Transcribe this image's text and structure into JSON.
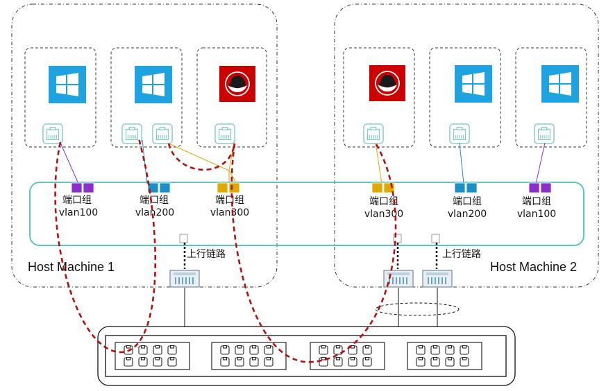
{
  "hosts": [
    {
      "label": "Host Machine 1",
      "vms": [
        {
          "os": "windows-icon"
        },
        {
          "os": "windows-icon"
        },
        {
          "os": "redhat-icon"
        }
      ],
      "port_groups": [
        {
          "title": "端口组",
          "vlan": "vlan100",
          "color": "#8b2fc9"
        },
        {
          "title": "端口组",
          "vlan": "vlan200",
          "color": "#1b8fc6"
        },
        {
          "title": "端口组",
          "vlan": "vlan300",
          "color": "#e0a800"
        }
      ],
      "uplink_label": "上行链路"
    },
    {
      "label": "Host Machine 2",
      "vms": [
        {
          "os": "redhat-icon"
        },
        {
          "os": "windows-icon"
        },
        {
          "os": "windows-icon"
        }
      ],
      "port_groups": [
        {
          "title": "端口组",
          "vlan": "vlan300",
          "color": "#e0a800"
        },
        {
          "title": "端口组",
          "vlan": "vlan200",
          "color": "#1b8fc6"
        },
        {
          "title": "端口组",
          "vlan": "vlan100",
          "color": "#8b2fc9"
        }
      ],
      "uplink_label": "上行链路"
    }
  ],
  "colors": {
    "windows": "#1fa3e0",
    "redhat": "#cc0000",
    "vswitch": "#5cc6c0",
    "traffic_path": "#b01212"
  }
}
